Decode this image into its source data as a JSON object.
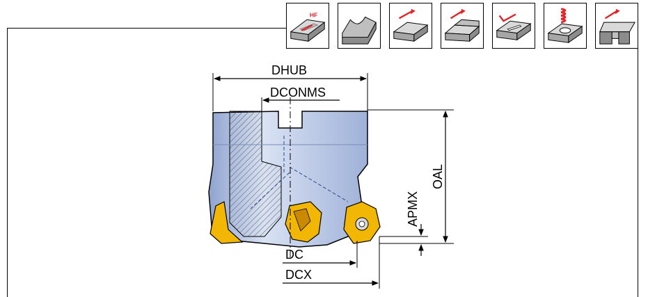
{
  "operations": [
    {
      "name": "hf-face-milling-icon",
      "text": "HF"
    },
    {
      "name": "profiling-icon"
    },
    {
      "name": "ramping-face-icon"
    },
    {
      "name": "ramping-shoulder-icon"
    },
    {
      "name": "plunge-pocketing-icon"
    },
    {
      "name": "helical-interpolation-icon"
    },
    {
      "name": "slot-ramping-icon"
    }
  ],
  "dimensions": {
    "dhub": "DHUB",
    "dconms": "DCONMS",
    "oal": "OAL",
    "apmx": "APMX",
    "dc": "DC",
    "dcx": "DCX"
  },
  "colors": {
    "body": "#b7c6e3",
    "insert": "#f2b705",
    "accent": "#e0262a"
  }
}
